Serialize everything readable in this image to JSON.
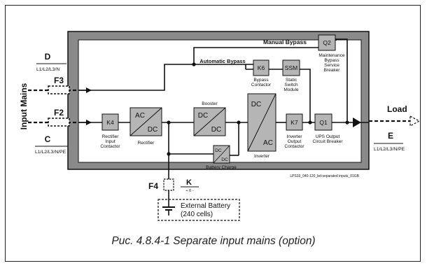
{
  "labels": {
    "manual_bypass": "Manual Bypass",
    "automatic_bypass": "Automatic Bypass",
    "input_mains": "Input Mains",
    "load": "Load",
    "D": "D",
    "D_sub": "L1/L2/L3/N",
    "C": "C",
    "C_sub": "L1/L2/L3/N/PE",
    "E": "E",
    "E_sub": "L1/L2/L3/N/PE",
    "F3": "F3",
    "F2": "F2",
    "F4": "F4",
    "K": "K",
    "K_sub": "+ 0 -",
    "ref": "LPS33_040-120_bd-separated inputs_01GB"
  },
  "blocks": {
    "k4": "K4",
    "k4_caption": [
      "Rectifier",
      "Input",
      "Contactor"
    ],
    "rect_ac": "AC",
    "rect_dc": "DC",
    "rect_caption": "Rectifier",
    "boost_top": "DC",
    "boost_bot": "DC",
    "boost_caption": "Booster",
    "bc_top": "DC",
    "bc_bot": "DC",
    "bc_caption": "Battery Charge",
    "inv_dc": "DC",
    "inv_ac": "AC",
    "inv_caption": "Inverter",
    "k6": "K6",
    "k6_caption": [
      "Bypass",
      "Contactor"
    ],
    "ssm": "SSM",
    "ssm_caption": [
      "Static",
      "Switch",
      "Module"
    ],
    "k7": "K7",
    "k7_caption": [
      "Inverter",
      "Output",
      "Contactor"
    ],
    "q1": "Q1",
    "q1_caption": [
      "UPS Output",
      "Circuit Breaker"
    ],
    "q2": "Q2",
    "q2_caption": [
      "Maintenance",
      "Bypass",
      "Service",
      "Breaker"
    ]
  },
  "battery": {
    "line1": "External Battery",
    "line2": "(240 cells)"
  },
  "caption": "Рис. 4.8.4-1   Separate input mains (option)"
}
